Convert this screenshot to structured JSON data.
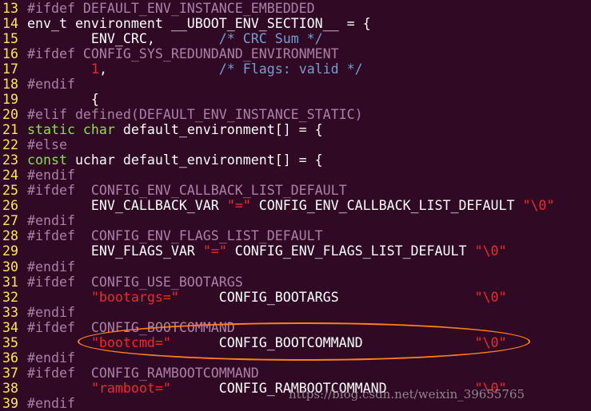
{
  "colors": {
    "background": "#300a24",
    "line_number": "#fce94f",
    "normal": "#ffffff",
    "preproc": "#ad7fa8",
    "keyword": "#8ae234",
    "comment": "#729fcf",
    "string": "#ef2929",
    "annotation": "#ff7f1a",
    "watermark": "#9a8a96"
  },
  "lines": [
    {
      "num": "13",
      "tokens": [
        [
          "preproc",
          "#ifdef DEFAULT_ENV_INSTANCE_EMBEDDED"
        ]
      ]
    },
    {
      "num": "14",
      "tokens": [
        [
          "normal",
          "env_t environment __UBOOT_ENV_SECTION__ = {"
        ]
      ]
    },
    {
      "num": "15",
      "tokens": [
        [
          "normal",
          "        ENV_CRC,        "
        ],
        [
          "comment",
          "/* CRC Sum */"
        ]
      ]
    },
    {
      "num": "16",
      "tokens": [
        [
          "preproc",
          "#ifdef CONFIG_SYS_REDUNDAND_ENVIRONMENT"
        ]
      ]
    },
    {
      "num": "17",
      "tokens": [
        [
          "normal",
          "        "
        ],
        [
          "number",
          "1"
        ],
        [
          "normal",
          ",              "
        ],
        [
          "comment",
          "/* Flags: valid */"
        ]
      ]
    },
    {
      "num": "18",
      "tokens": [
        [
          "preproc",
          "#endif"
        ]
      ]
    },
    {
      "num": "19",
      "tokens": [
        [
          "normal",
          "        {"
        ]
      ]
    },
    {
      "num": "20",
      "tokens": [
        [
          "preproc",
          "#elif defined(DEFAULT_ENV_INSTANCE_STATIC)"
        ]
      ]
    },
    {
      "num": "21",
      "tokens": [
        [
          "keyword",
          "static char"
        ],
        [
          "normal",
          " default_environment[] = {"
        ]
      ]
    },
    {
      "num": "22",
      "tokens": [
        [
          "preproc",
          "#else"
        ]
      ]
    },
    {
      "num": "23",
      "tokens": [
        [
          "keyword",
          "const"
        ],
        [
          "normal",
          " uchar default_environment[] = {"
        ]
      ]
    },
    {
      "num": "24",
      "tokens": [
        [
          "preproc",
          "#endif"
        ]
      ]
    },
    {
      "num": "25",
      "tokens": [
        [
          "preproc",
          "#ifdef  CONFIG_ENV_CALLBACK_LIST_DEFAULT"
        ]
      ]
    },
    {
      "num": "26",
      "tokens": [
        [
          "normal",
          "        ENV_CALLBACK_VAR "
        ],
        [
          "string",
          "\"=\""
        ],
        [
          "normal",
          " CONFIG_ENV_CALLBACK_LIST_DEFAULT "
        ],
        [
          "string",
          "\"\\0\""
        ]
      ]
    },
    {
      "num": "27",
      "tokens": [
        [
          "preproc",
          "#endif"
        ]
      ]
    },
    {
      "num": "28",
      "tokens": [
        [
          "preproc",
          "#ifdef  CONFIG_ENV_FLAGS_LIST_DEFAULT"
        ]
      ]
    },
    {
      "num": "29",
      "tokens": [
        [
          "normal",
          "        ENV_FLAGS_VAR "
        ],
        [
          "string",
          "\"=\""
        ],
        [
          "normal",
          " CONFIG_ENV_FLAGS_LIST_DEFAULT "
        ],
        [
          "string",
          "\"\\0\""
        ]
      ]
    },
    {
      "num": "30",
      "tokens": [
        [
          "preproc",
          "#endif"
        ]
      ]
    },
    {
      "num": "31",
      "tokens": [
        [
          "preproc",
          "#ifdef  CONFIG_USE_BOOTARGS"
        ]
      ]
    },
    {
      "num": "32",
      "tokens": [
        [
          "normal",
          "        "
        ],
        [
          "string",
          "\"bootargs=\""
        ],
        [
          "normal",
          "     CONFIG_BOOTARGS                 "
        ],
        [
          "string",
          "\"\\0\""
        ]
      ]
    },
    {
      "num": "33",
      "tokens": [
        [
          "preproc",
          "#endif"
        ]
      ]
    },
    {
      "num": "34",
      "tokens": [
        [
          "preproc",
          "#ifdef  CONFIG_BOOTCOMMAND"
        ]
      ]
    },
    {
      "num": "35",
      "tokens": [
        [
          "normal",
          "        "
        ],
        [
          "string",
          "\"bootcmd=\""
        ],
        [
          "normal",
          "      CONFIG_BOOTCOMMAND              "
        ],
        [
          "string",
          "\"\\0\""
        ]
      ]
    },
    {
      "num": "36",
      "tokens": [
        [
          "preproc",
          "#endif"
        ]
      ]
    },
    {
      "num": "37",
      "tokens": [
        [
          "preproc",
          "#ifdef  CONFIG_RAMBOOTCOMMAND"
        ]
      ]
    },
    {
      "num": "38",
      "tokens": [
        [
          "normal",
          "        "
        ],
        [
          "string",
          "\"ramboot=\""
        ],
        [
          "normal",
          "      CONFIG_RAMBOOTCOMMAND           "
        ],
        [
          "string",
          "\"\\0\""
        ]
      ]
    },
    {
      "num": "39",
      "tokens": [
        [
          "preproc",
          "#endif"
        ]
      ]
    }
  ],
  "watermark": "https://blog.csdn.net/weixin_39655765"
}
